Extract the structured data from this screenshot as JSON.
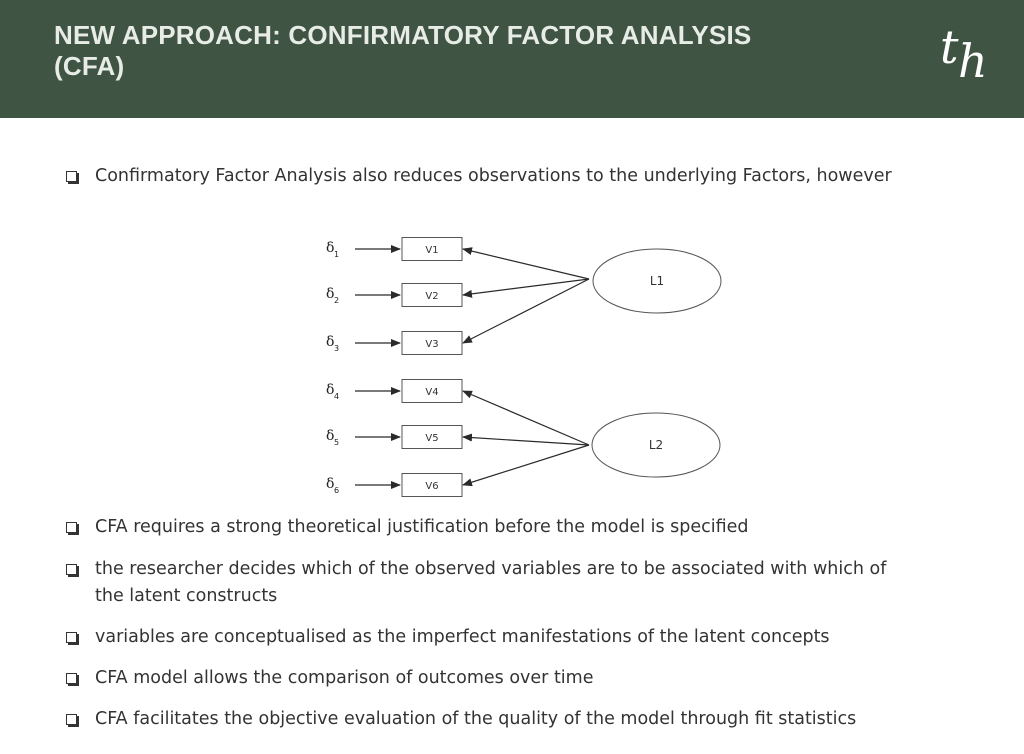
{
  "header": {
    "title_line1": "NEW APPROACH: CONFIRMATORY FACTOR ANALYSIS",
    "title_line2": "(CFA)",
    "logo_t": "t",
    "logo_h": "h",
    "background": "#3f5443"
  },
  "intro": "Confirmatory Factor Analysis also reduces observations to the underlying Factors, however",
  "diagram": {
    "observed": [
      {
        "label": "V1",
        "error_symbol": "δ",
        "error_index": "1",
        "factor": "L1"
      },
      {
        "label": "V2",
        "error_symbol": "δ",
        "error_index": "2",
        "factor": "L1"
      },
      {
        "label": "V3",
        "error_symbol": "δ",
        "error_index": "3",
        "factor": "L1"
      },
      {
        "label": "V4",
        "error_symbol": "δ",
        "error_index": "4",
        "factor": "L2"
      },
      {
        "label": "V5",
        "error_symbol": "δ",
        "error_index": "5",
        "factor": "L2"
      },
      {
        "label": "V6",
        "error_symbol": "δ",
        "error_index": "6",
        "factor": "L2"
      }
    ],
    "latent": [
      {
        "label": "L1"
      },
      {
        "label": "L2"
      }
    ]
  },
  "bullets": [
    {
      "lines": [
        "CFA requires a strong theoretical justification before the model is specified"
      ]
    },
    {
      "lines": [
        "the researcher decides which of the observed variables are to be associated with which of",
        "the latent constructs"
      ]
    },
    {
      "lines": [
        "variables are conceptualised as the imperfect manifestations of the latent concepts"
      ]
    },
    {
      "lines": [
        "CFA model allows the comparison of outcomes over time"
      ]
    },
    {
      "lines": [
        "CFA facilitates the objective evaluation of the quality of the model through fit statistics"
      ]
    }
  ]
}
